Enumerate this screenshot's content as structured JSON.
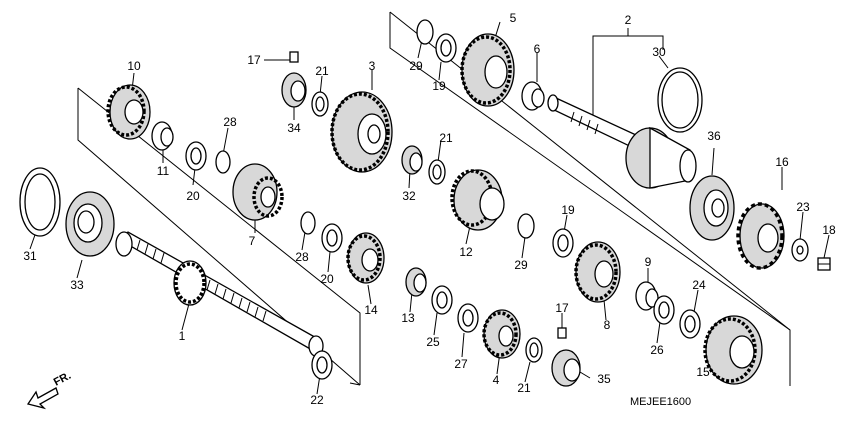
{
  "diagram_code": "MEJEE1600",
  "direction_label": "FR.",
  "labels": {
    "p1": "1",
    "p2": "2",
    "p3": "3",
    "p4": "4",
    "p5": "5",
    "p6": "6",
    "p7": "7",
    "p8": "8",
    "p9": "9",
    "p10": "10",
    "p11": "11",
    "p12": "12",
    "p13": "13",
    "p14": "14",
    "p15": "15",
    "p16": "16",
    "p17a": "17",
    "p17b": "17",
    "p18": "18",
    "p19a": "19",
    "p19b": "19",
    "p20a": "20",
    "p20b": "20",
    "p21a": "21",
    "p21b": "21",
    "p21c": "21",
    "p22": "22",
    "p23": "23",
    "p24": "24",
    "p25": "25",
    "p26": "26",
    "p27": "27",
    "p28a": "28",
    "p28b": "28",
    "p29a": "29",
    "p29b": "29",
    "p30": "30",
    "p31": "31",
    "p32": "32",
    "p33": "33",
    "p34": "34",
    "p35": "35",
    "p36": "36"
  }
}
